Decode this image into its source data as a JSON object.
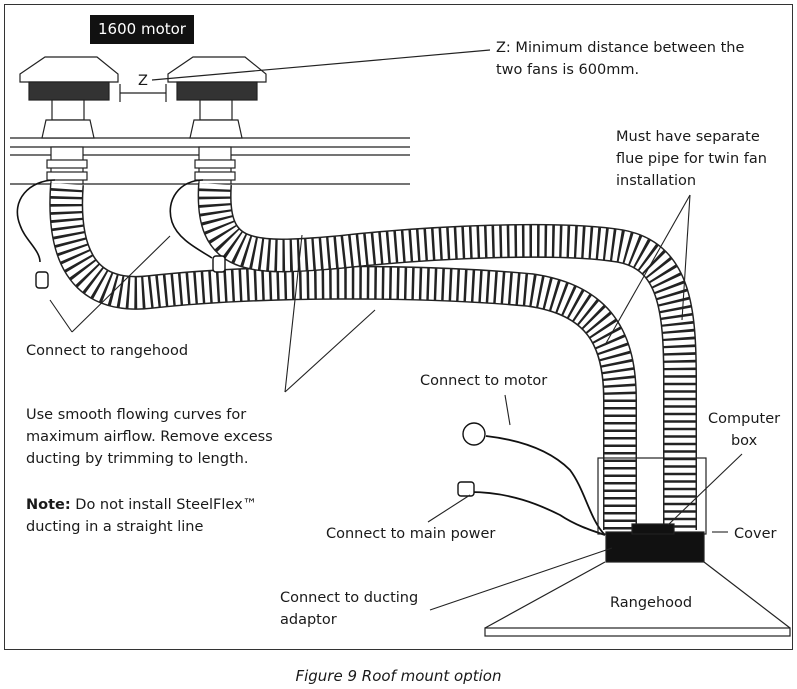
{
  "badge": "1600 motor",
  "z_marker": "Z",
  "z_note": "Z: Minimum distance between the\ntwo fans is 600mm.",
  "flue_note": "Must have separate\nflue pipe for twin fan\ninstallation",
  "connect_rangehood": "Connect to rangehood",
  "curves_note": "Use smooth flowing curves for\nmaximum airflow. Remove excess\nducting by trimming to length.",
  "note_label": "Note:",
  "note_text": " Do not install SteelFlex™\nducting in a straight line",
  "connect_motor": "Connect to motor",
  "connect_power": "Connect to main power",
  "computer_box": "Computer\nbox",
  "cover": "Cover",
  "rangehood": "Rangehood",
  "connect_adaptor": "Connect to ducting\nadaptor",
  "caption": "Figure 9 Roof mount option"
}
